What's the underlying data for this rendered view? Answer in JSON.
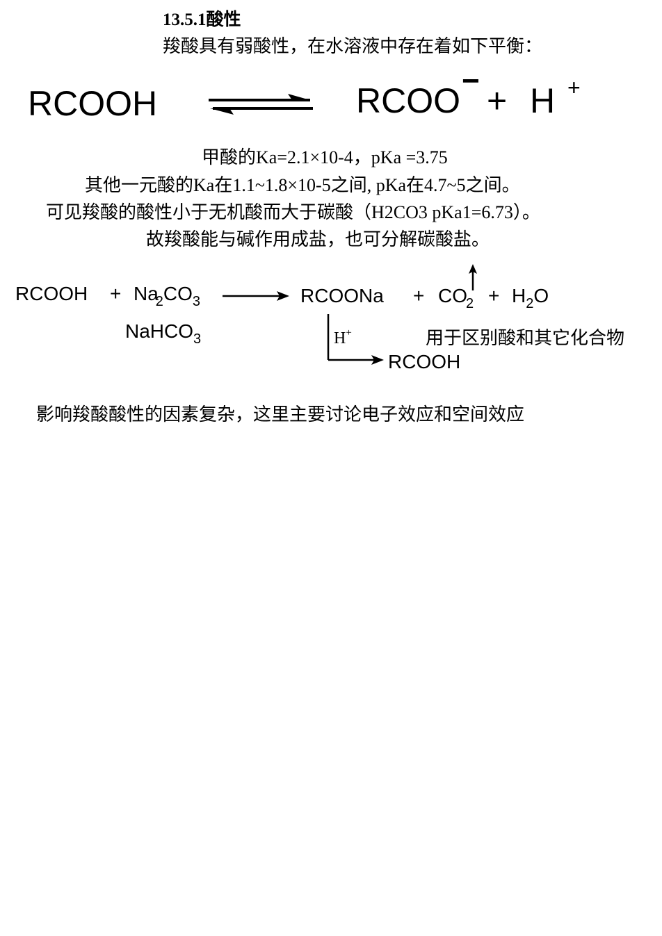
{
  "section": {
    "title": "13.5.1酸性",
    "intro": "羧酸具有弱酸性，在水溶液中存在着如下平衡："
  },
  "equilibrium": {
    "left": "RCOOH",
    "right_base": "RCOO",
    "right_charge": "−",
    "plus": "+",
    "proton": "H",
    "proton_charge": "+"
  },
  "facts": [
    "甲酸的Ka=2.1×10-4，pKa =3.75",
    "其他一元酸的Ka在1.1~1.8×10-5之间, pKa在4.7~5之间。",
    "可见羧酸的酸性小于无机酸而大于碳酸（H2CO3  pKa1=6.73）。",
    "故羧酸能与碱作用成盐，也可分解碳酸盐。"
  ],
  "reaction": {
    "reactant1": "RCOOH",
    "plus1": "+",
    "na_base": "Na",
    "na_sub": "2",
    "co_base": "CO",
    "co_sub": "3",
    "alt_base": "NaHCO",
    "alt_sub": "3",
    "product1": "RCOONa",
    "plus2": "+",
    "co2_base": "CO",
    "co2_sub": "2",
    "plus3": "+",
    "h2o_h": "H",
    "h2o_sub": "2",
    "h2o_o": "O",
    "acid_label": "H",
    "acid_charge": "+",
    "regenerated": "RCOOH",
    "note": "用于区别酸和其它化合物"
  },
  "closing": "影响羧酸酸性的因素复杂，这里主要讨论电子效应和空间效应"
}
